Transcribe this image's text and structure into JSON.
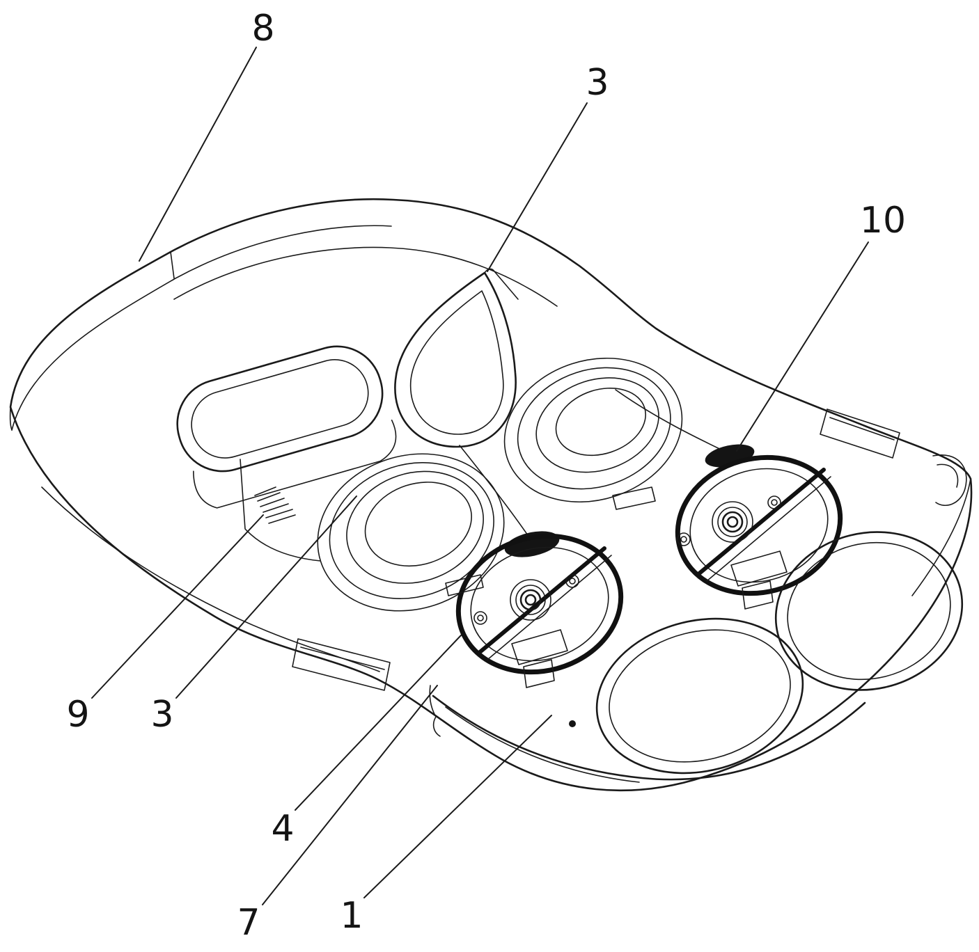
{
  "figure": {
    "type": "patent-exploded-line-drawing",
    "background": "#ffffff",
    "line_color": "#1a1a1a",
    "labels": [
      {
        "id": "8",
        "text": "8"
      },
      {
        "id": "3-top",
        "text": "3"
      },
      {
        "id": "10",
        "text": "10"
      },
      {
        "id": "9",
        "text": "9"
      },
      {
        "id": "3-bottom",
        "text": "3"
      },
      {
        "id": "4",
        "text": "4"
      },
      {
        "id": "7",
        "text": "7"
      },
      {
        "id": "1",
        "text": "1"
      }
    ]
  }
}
